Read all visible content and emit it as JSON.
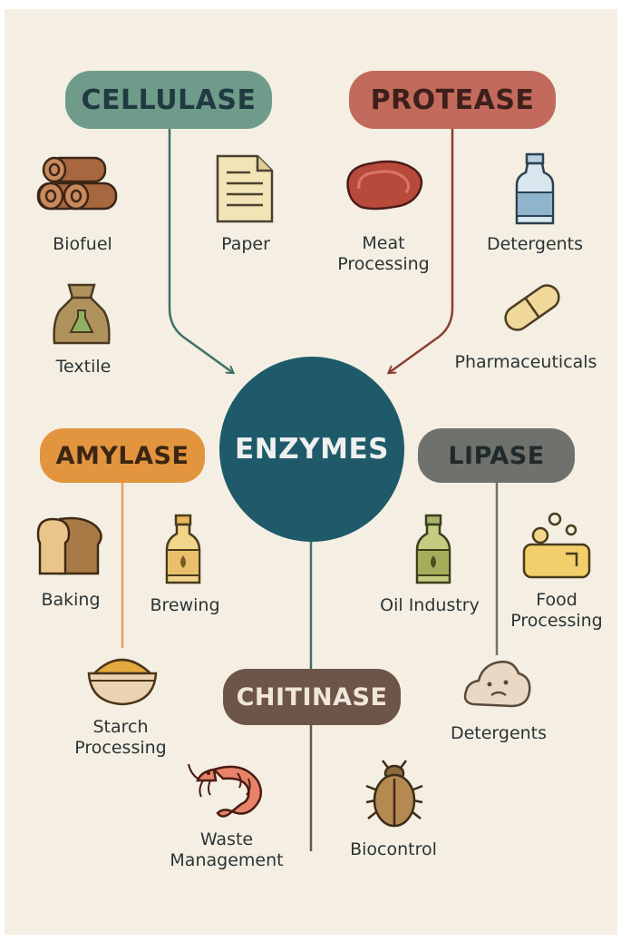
{
  "center": {
    "label": "ENZYMES",
    "color": "#1f5a6a"
  },
  "enzymes": [
    {
      "name": "CELLULASE",
      "color": "#6f9c8a",
      "applications": [
        {
          "label": "Biofuel",
          "icon": "logs-icon"
        },
        {
          "label": "Paper",
          "icon": "paper-document-icon"
        },
        {
          "label": "Textile",
          "icon": "textile-sack-icon"
        }
      ]
    },
    {
      "name": "PROTEASE",
      "color": "#c26a5c",
      "applications": [
        {
          "label": "Meat Processing",
          "icon": "steak-icon"
        },
        {
          "label": "Detergents",
          "icon": "detergent-bottle-icon"
        },
        {
          "label": "Pharmaceuticals",
          "icon": "capsule-icon"
        }
      ]
    },
    {
      "name": "AMYLASE",
      "color": "#e3943e",
      "applications": [
        {
          "label": "Baking",
          "icon": "bread-icon"
        },
        {
          "label": "Brewing",
          "icon": "beer-bottle-icon"
        },
        {
          "label": "Starch Processing",
          "icon": "flour-bowl-icon"
        }
      ]
    },
    {
      "name": "LIPASE",
      "color": "#6f726c",
      "applications": [
        {
          "label": "Oil Industry",
          "icon": "oil-bottle-icon"
        },
        {
          "label": "Food Processing",
          "icon": "soap-bar-icon"
        },
        {
          "label": "Detergents",
          "icon": "stain-icon"
        }
      ]
    },
    {
      "name": "CHITINASE",
      "color": "#6e5549",
      "applications": [
        {
          "label": "Waste Management",
          "icon": "shrimp-icon"
        },
        {
          "label": "Biocontrol",
          "icon": "beetle-icon"
        }
      ]
    }
  ]
}
